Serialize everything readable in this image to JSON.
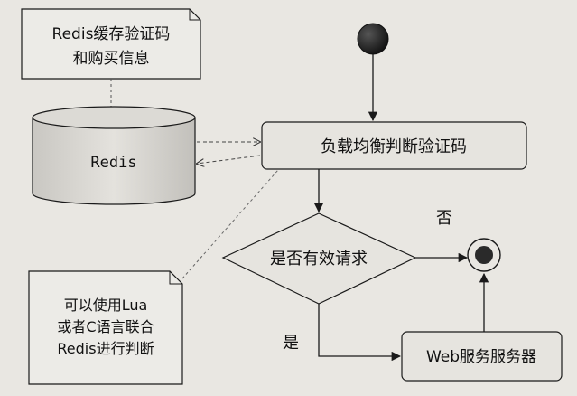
{
  "diagram": {
    "note_cache_line1": "Redis缓存验证码",
    "note_cache_line2": "和购买信息",
    "redis_label": "Redis",
    "load_balancer_label": "负载均衡判断验证码",
    "decision_label": "是否有效请求",
    "branch_no_label": "否",
    "branch_yes_label": "是",
    "web_server_label": "Web服务服务器",
    "note_lua_line1": "可以使用Lua",
    "note_lua_line2": "或者C语言联合",
    "note_lua_line3": "Redis进行判断"
  },
  "colors": {
    "background": "#e9e7e2",
    "node_fill": "#e6e4df",
    "stroke": "#1a1a1a",
    "start_node": "#2a2a2a"
  }
}
